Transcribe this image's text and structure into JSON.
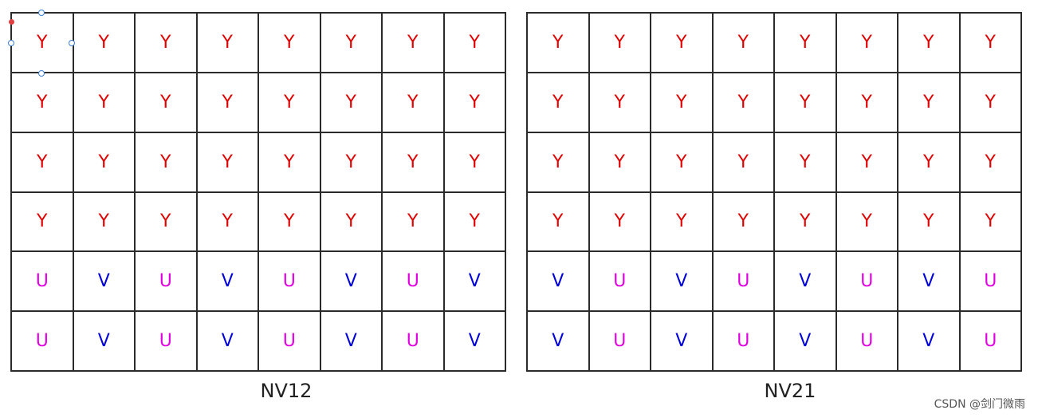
{
  "colors": {
    "y": "#e00000",
    "u": "#e000e0",
    "v": "#0000d8"
  },
  "diagrams": [
    {
      "caption": "NV12",
      "rows": [
        [
          "Y",
          "Y",
          "Y",
          "Y",
          "Y",
          "Y",
          "Y",
          "Y"
        ],
        [
          "Y",
          "Y",
          "Y",
          "Y",
          "Y",
          "Y",
          "Y",
          "Y"
        ],
        [
          "Y",
          "Y",
          "Y",
          "Y",
          "Y",
          "Y",
          "Y",
          "Y"
        ],
        [
          "Y",
          "Y",
          "Y",
          "Y",
          "Y",
          "Y",
          "Y",
          "Y"
        ],
        [
          "U",
          "V",
          "U",
          "V",
          "U",
          "V",
          "U",
          "V"
        ],
        [
          "U",
          "V",
          "U",
          "V",
          "U",
          "V",
          "U",
          "V"
        ]
      ]
    },
    {
      "caption": "NV21",
      "rows": [
        [
          "Y",
          "Y",
          "Y",
          "Y",
          "Y",
          "Y",
          "Y",
          "Y"
        ],
        [
          "Y",
          "Y",
          "Y",
          "Y",
          "Y",
          "Y",
          "Y",
          "Y"
        ],
        [
          "Y",
          "Y",
          "Y",
          "Y",
          "Y",
          "Y",
          "Y",
          "Y"
        ],
        [
          "Y",
          "Y",
          "Y",
          "Y",
          "Y",
          "Y",
          "Y",
          "Y"
        ],
        [
          "V",
          "U",
          "V",
          "U",
          "V",
          "U",
          "V",
          "U"
        ],
        [
          "V",
          "U",
          "V",
          "U",
          "V",
          "U",
          "V",
          "U"
        ]
      ]
    }
  ],
  "watermark": "CSDN @剑门微雨"
}
